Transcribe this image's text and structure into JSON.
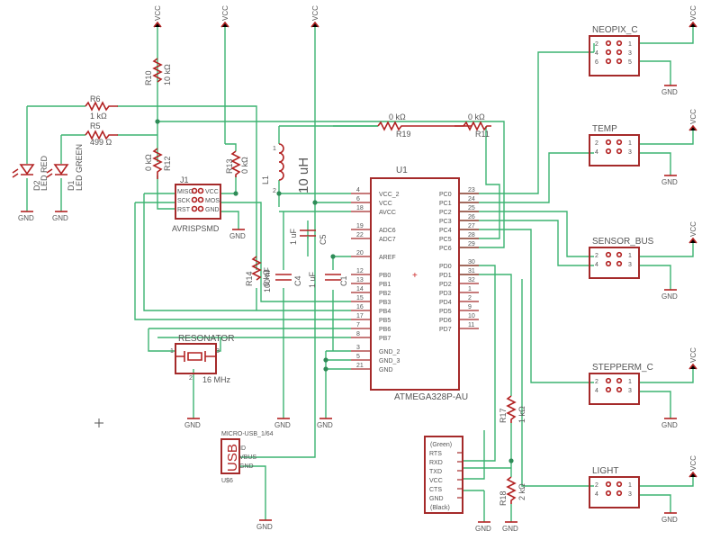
{
  "power": {
    "vcc": "VCC",
    "gnd": "GND"
  },
  "mcu": {
    "ref": "U1",
    "value": "ATMEGA328P-AU",
    "left_pins": [
      {
        "n": "4",
        "l": "VCC_2"
      },
      {
        "n": "6",
        "l": "VCC"
      },
      {
        "n": "18",
        "l": "AVCC"
      },
      {
        "n": "19",
        "l": "ADC6"
      },
      {
        "n": "22",
        "l": "ADC7"
      },
      {
        "n": "20",
        "l": "AREF"
      },
      {
        "n": "12",
        "l": "PB0"
      },
      {
        "n": "13",
        "l": "PB1"
      },
      {
        "n": "14",
        "l": "PB2"
      },
      {
        "n": "15",
        "l": "PB3"
      },
      {
        "n": "16",
        "l": "PB4"
      },
      {
        "n": "17",
        "l": "PB5"
      },
      {
        "n": "7",
        "l": "PB6"
      },
      {
        "n": "8",
        "l": "PB7"
      },
      {
        "n": "3",
        "l": "GND_2"
      },
      {
        "n": "5",
        "l": "GND_3"
      },
      {
        "n": "21",
        "l": "GND"
      }
    ],
    "right_pins": [
      {
        "n": "23",
        "l": "PC0"
      },
      {
        "n": "24",
        "l": "PC1"
      },
      {
        "n": "25",
        "l": "PC2"
      },
      {
        "n": "26",
        "l": "PC3"
      },
      {
        "n": "27",
        "l": "PC4"
      },
      {
        "n": "28",
        "l": "PC5"
      },
      {
        "n": "29",
        "l": "PC6"
      },
      {
        "n": "30",
        "l": "PD0"
      },
      {
        "n": "31",
        "l": "PD1"
      },
      {
        "n": "32",
        "l": "PD2"
      },
      {
        "n": "1",
        "l": "PD3"
      },
      {
        "n": "2",
        "l": "PD4"
      },
      {
        "n": "9",
        "l": "PD5"
      },
      {
        "n": "10",
        "l": "PD6"
      },
      {
        "n": "11",
        "l": "PD7"
      }
    ]
  },
  "resistors": {
    "r10": {
      "ref": "R10",
      "value": "10 kΩ"
    },
    "r6": {
      "ref": "R6",
      "value": "1 kΩ"
    },
    "r5": {
      "ref": "R5",
      "value": "499 Ω"
    },
    "r12": {
      "ref": "R12",
      "value": "0 kΩ"
    },
    "r13": {
      "ref": "R13",
      "value": "0 kΩ"
    },
    "r19": {
      "ref": "R19",
      "value": "0 kΩ"
    },
    "r11": {
      "ref": "R11",
      "value": "0 kΩ"
    },
    "r14": {
      "ref": "R14",
      "value": "0 kΩ"
    },
    "r17": {
      "ref": "R17",
      "value": "1 kΩ"
    },
    "r18": {
      "ref": "R18",
      "value": "2 kΩ"
    }
  },
  "leds": {
    "d2": {
      "ref": "D2",
      "value": "LED RED"
    },
    "d1": {
      "ref": "D1",
      "value": "LED GREEN"
    }
  },
  "inductor": {
    "ref": "L1",
    "value": "10 uH"
  },
  "caps": {
    "c5": {
      "ref": "C5",
      "value": "1 uF"
    },
    "c4": {
      "ref": "C4",
      "value": "100 nF"
    },
    "c1": {
      "ref": "C1",
      "value": "1 uF"
    }
  },
  "isp": {
    "ref": "J1",
    "value": "AVRISPSMD",
    "left": [
      "MISO",
      "SCK",
      "RST"
    ],
    "right": [
      "VCC",
      "MOSI",
      "GND"
    ]
  },
  "resonator": {
    "label": "RESONATOR",
    "value": "16 MHz",
    "pins": [
      "1",
      "2",
      "3"
    ]
  },
  "usb": {
    "label": "USB",
    "value": "MICRO-USB_1/64",
    "ref": "U$6",
    "pins": [
      "ID",
      "VBUS",
      "GND"
    ]
  },
  "ftdi": {
    "top": "(Green)",
    "bottom": "(Black)",
    "pins": [
      "RTS",
      "RXD",
      "TXD",
      "VCC",
      "CTS",
      "GND"
    ]
  },
  "connectors": [
    {
      "name": "NEOPIX_C",
      "pins": [
        "2",
        "1",
        "4",
        "3",
        "6",
        "5"
      ]
    },
    {
      "name": "TEMP",
      "pins": [
        "2",
        "1",
        "4",
        "3"
      ]
    },
    {
      "name": "SENSOR_BUS",
      "pins": [
        "2",
        "1",
        "4",
        "3"
      ]
    },
    {
      "name": "STEPPERM_C",
      "pins": [
        "2",
        "1",
        "4",
        "3"
      ]
    },
    {
      "name": "LIGHT",
      "pins": [
        "2",
        "1",
        "4",
        "3"
      ]
    }
  ]
}
